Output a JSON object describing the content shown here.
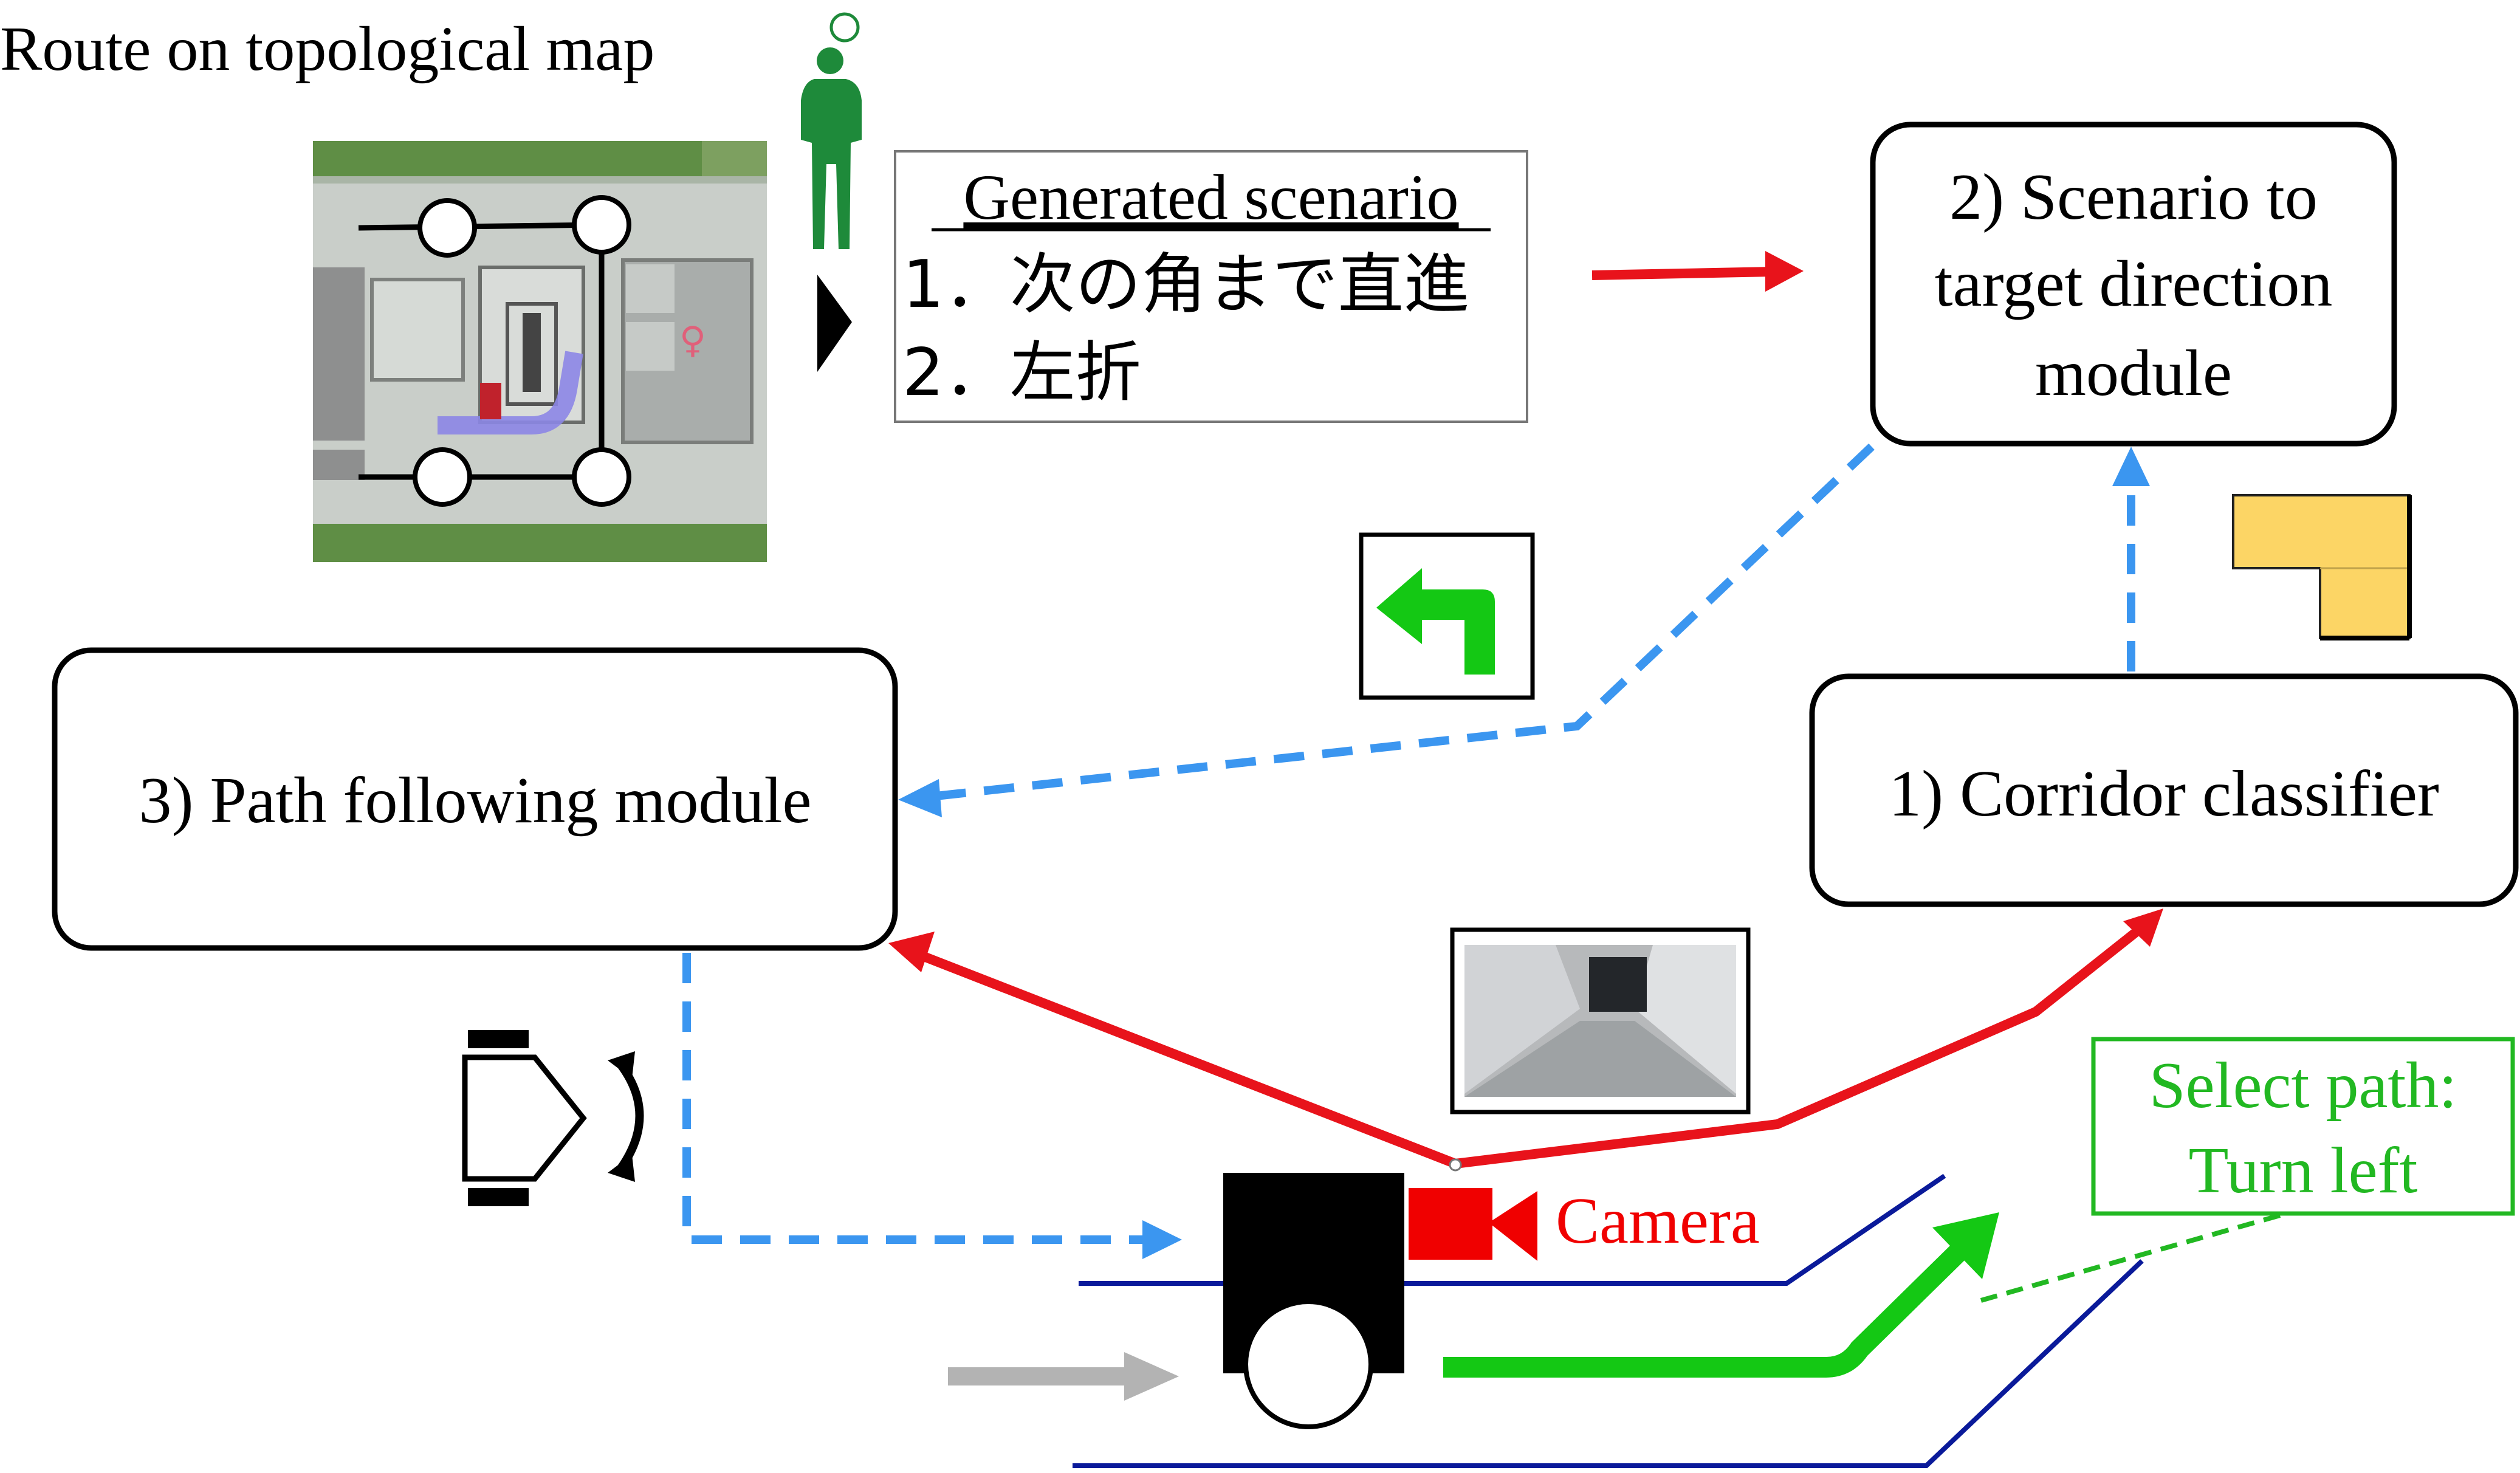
{
  "map_title": "Route on topological map",
  "scenario": {
    "heading": "Generated scenario",
    "line1": "1．次の角まで直進",
    "line2": "2．左折"
  },
  "modules": {
    "scenario_line1": "2) Scenario to",
    "scenario_line2": "target direction",
    "scenario_line3": "module",
    "classifier": "1) Corridor classifier",
    "path_following": "3) Path following module"
  },
  "camera_label": "Camera",
  "select_path": {
    "line1": "Select path:",
    "line2": "Turn left"
  },
  "colors": {
    "camera_red": "#f00000",
    "arrow_red": "#e8131b",
    "dashed_blue": "#3b96f0",
    "green": "#14c814",
    "select_green": "#22b822",
    "navy_line": "#0a1a9a",
    "corridor_yellow": "#fcd565",
    "person_green": "#1e8a3a"
  }
}
